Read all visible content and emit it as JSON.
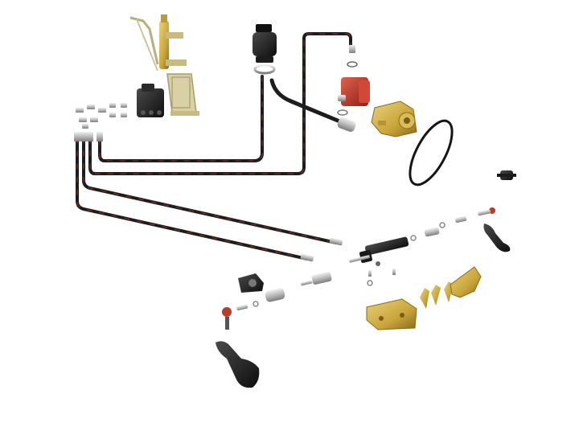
{
  "scene": {
    "background": "#ffffff",
    "description_items": [
      "power-steering-valve-mount",
      "control-valve",
      "fitting-set",
      "oil-reservoir",
      "hose-clamp",
      "hydraulic-pump",
      "pump-bracket",
      "drive-belt",
      "hydraulic-hoses",
      "steering-cylinder",
      "cylinder-mount-brackets",
      "tie-rod-ends",
      "steering-arms"
    ]
  },
  "colors": {
    "hose": "#1d1d1d",
    "hose_stripe": "#8b2a22",
    "metal": "#c9c9c9",
    "metal_dark": "#8f8f8f",
    "brass": "#c9a53b",
    "brass_dark": "#9a7a22",
    "pump_red": "#c23a2a",
    "black_part": "#1b1b1b",
    "cast_iron": "#2b2b2b"
  }
}
